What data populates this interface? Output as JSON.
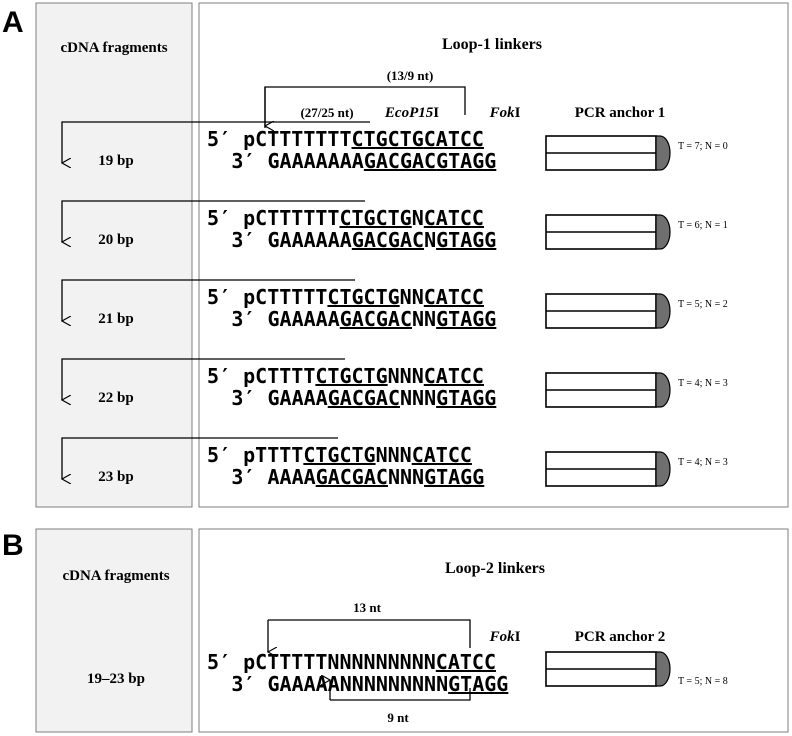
{
  "panelA": {
    "letter": "A",
    "left_title": "cDNA fragments",
    "right_title": "Loop-1 linkers",
    "label_13_9": "(13/9 nt)",
    "label_27_25": "(27/25 nt)",
    "enzyme1_italic": "EcoP15",
    "enzyme1_suffix": "I",
    "enzyme2_italic": "Fok",
    "enzyme2_suffix": "I",
    "anchor_label": "PCR anchor 1",
    "rows": [
      {
        "bp": "19 bp",
        "top_prefix": "5′ p",
        "top_a": "CTTTTTTT",
        "top_b": "CTGCTG",
        "top_n": "",
        "top_c": "CATCC",
        "bot_prefix": "3′ ",
        "bot_a": "GAAAAAAA",
        "bot_b": "GACGAC",
        "bot_n": "",
        "bot_c": "GTAGG",
        "tn": "T = 7; N = 0"
      },
      {
        "bp": "20 bp",
        "top_prefix": "5′ p",
        "top_a": "CTTTTTT",
        "top_b": "CTGCTG",
        "top_n": "N",
        "top_c": "CATCC",
        "bot_prefix": "3′ ",
        "bot_a": "GAAAAAA",
        "bot_b": "GACGAC",
        "bot_n": "N",
        "bot_c": "GTAGG",
        "tn": "T = 6; N = 1"
      },
      {
        "bp": "21 bp",
        "top_prefix": "5′ p",
        "top_a": "CTTTTT",
        "top_b": "CTGCTG",
        "top_n": "NN",
        "top_c": "CATCC",
        "bot_prefix": "3′ ",
        "bot_a": "GAAAAA",
        "bot_b": "GACGAC",
        "bot_n": "NN",
        "bot_c": "GTAGG",
        "tn": "T = 5; N = 2"
      },
      {
        "bp": "22 bp",
        "top_prefix": "5′ p",
        "top_a": "CTTTT",
        "top_b": "CTGCTG",
        "top_n": "NNN",
        "top_c": "CATCC",
        "bot_prefix": "3′ ",
        "bot_a": "GAAAA",
        "bot_b": "GACGAC",
        "bot_n": "NNN",
        "bot_c": "GTAGG",
        "tn": "T = 4; N = 3"
      },
      {
        "bp": "23 bp",
        "top_prefix": "5′ p",
        "top_a": "TTTT",
        "top_b": "CTGCTG",
        "top_n": "NNN",
        "top_c": "CATCC",
        "bot_prefix": "3′ ",
        "bot_a": "AAAA",
        "bot_b": "GACGAC",
        "bot_n": "NNN",
        "bot_c": "GTAGG",
        "tn": "T = 4; N = 3"
      }
    ]
  },
  "panelB": {
    "letter": "B",
    "left_title": "cDNA fragments",
    "bp": "19–23 bp",
    "right_title": "Loop-2 linkers",
    "label_13": "13 nt",
    "label_9": "9 nt",
    "enzyme_italic": "Fok",
    "enzyme_suffix": "I",
    "anchor_label": "PCR anchor 2",
    "top_prefix": "5′ p",
    "top_a": "CTTTTTNNNNNNNNN",
    "top_c": "CATCC",
    "bot_prefix": "3′ ",
    "bot_a": "GAAAAANNNNNNNNN",
    "bot_c": "GTAGG",
    "tn": "T = 5; N = 8"
  },
  "colors": {
    "left_panel_bg": "#f2f2f2",
    "border": "#7f7f7f",
    "cap": "#6f6f6f"
  }
}
